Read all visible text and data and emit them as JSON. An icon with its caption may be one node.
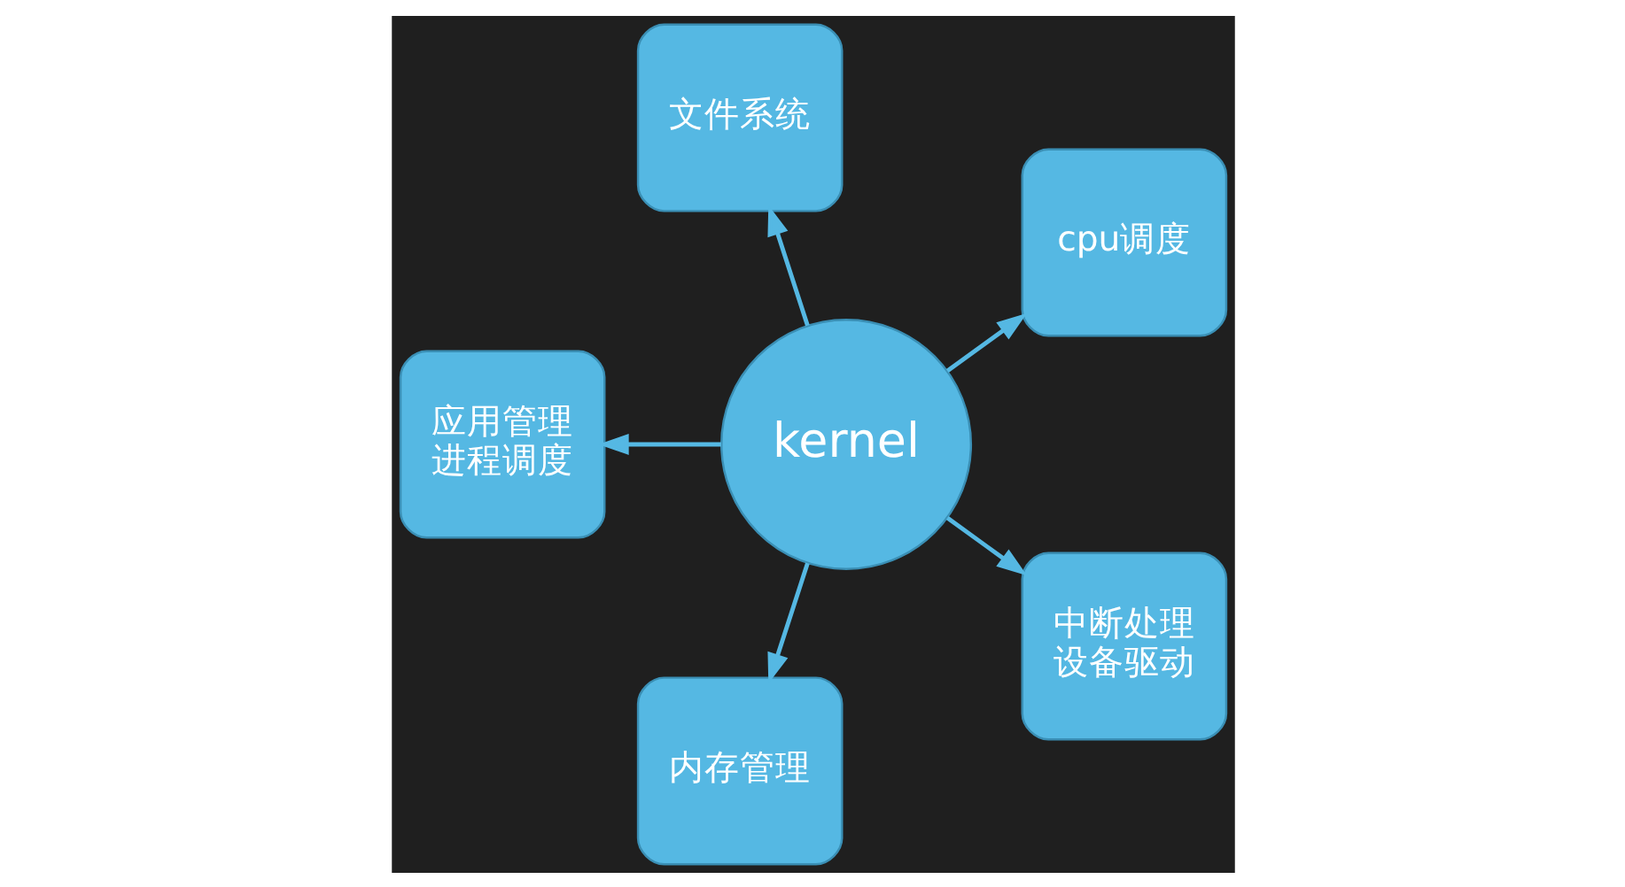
{
  "diagram": {
    "nodes": [
      {
        "text": [
          "kernel"
        ]
      },
      {
        "text": [
          "cpu调度"
        ]
      },
      {
        "text": [
          "文件系统"
        ]
      },
      {
        "text": [
          "应用管理",
          "进程调度"
        ]
      },
      {
        "text": [
          "内存管理"
        ]
      },
      {
        "text": [
          "中断处理",
          "设备驱动"
        ]
      }
    ],
    "edges": [
      {
        "from": 0,
        "to": 1,
        "arrow": "to"
      },
      {
        "from": 0,
        "to": 2,
        "arrow": "to"
      },
      {
        "from": 0,
        "to": 3,
        "arrow": "to"
      },
      {
        "from": 0,
        "to": 4,
        "arrow": "to"
      },
      {
        "from": 0,
        "to": 5,
        "arrow": "to"
      }
    ]
  }
}
